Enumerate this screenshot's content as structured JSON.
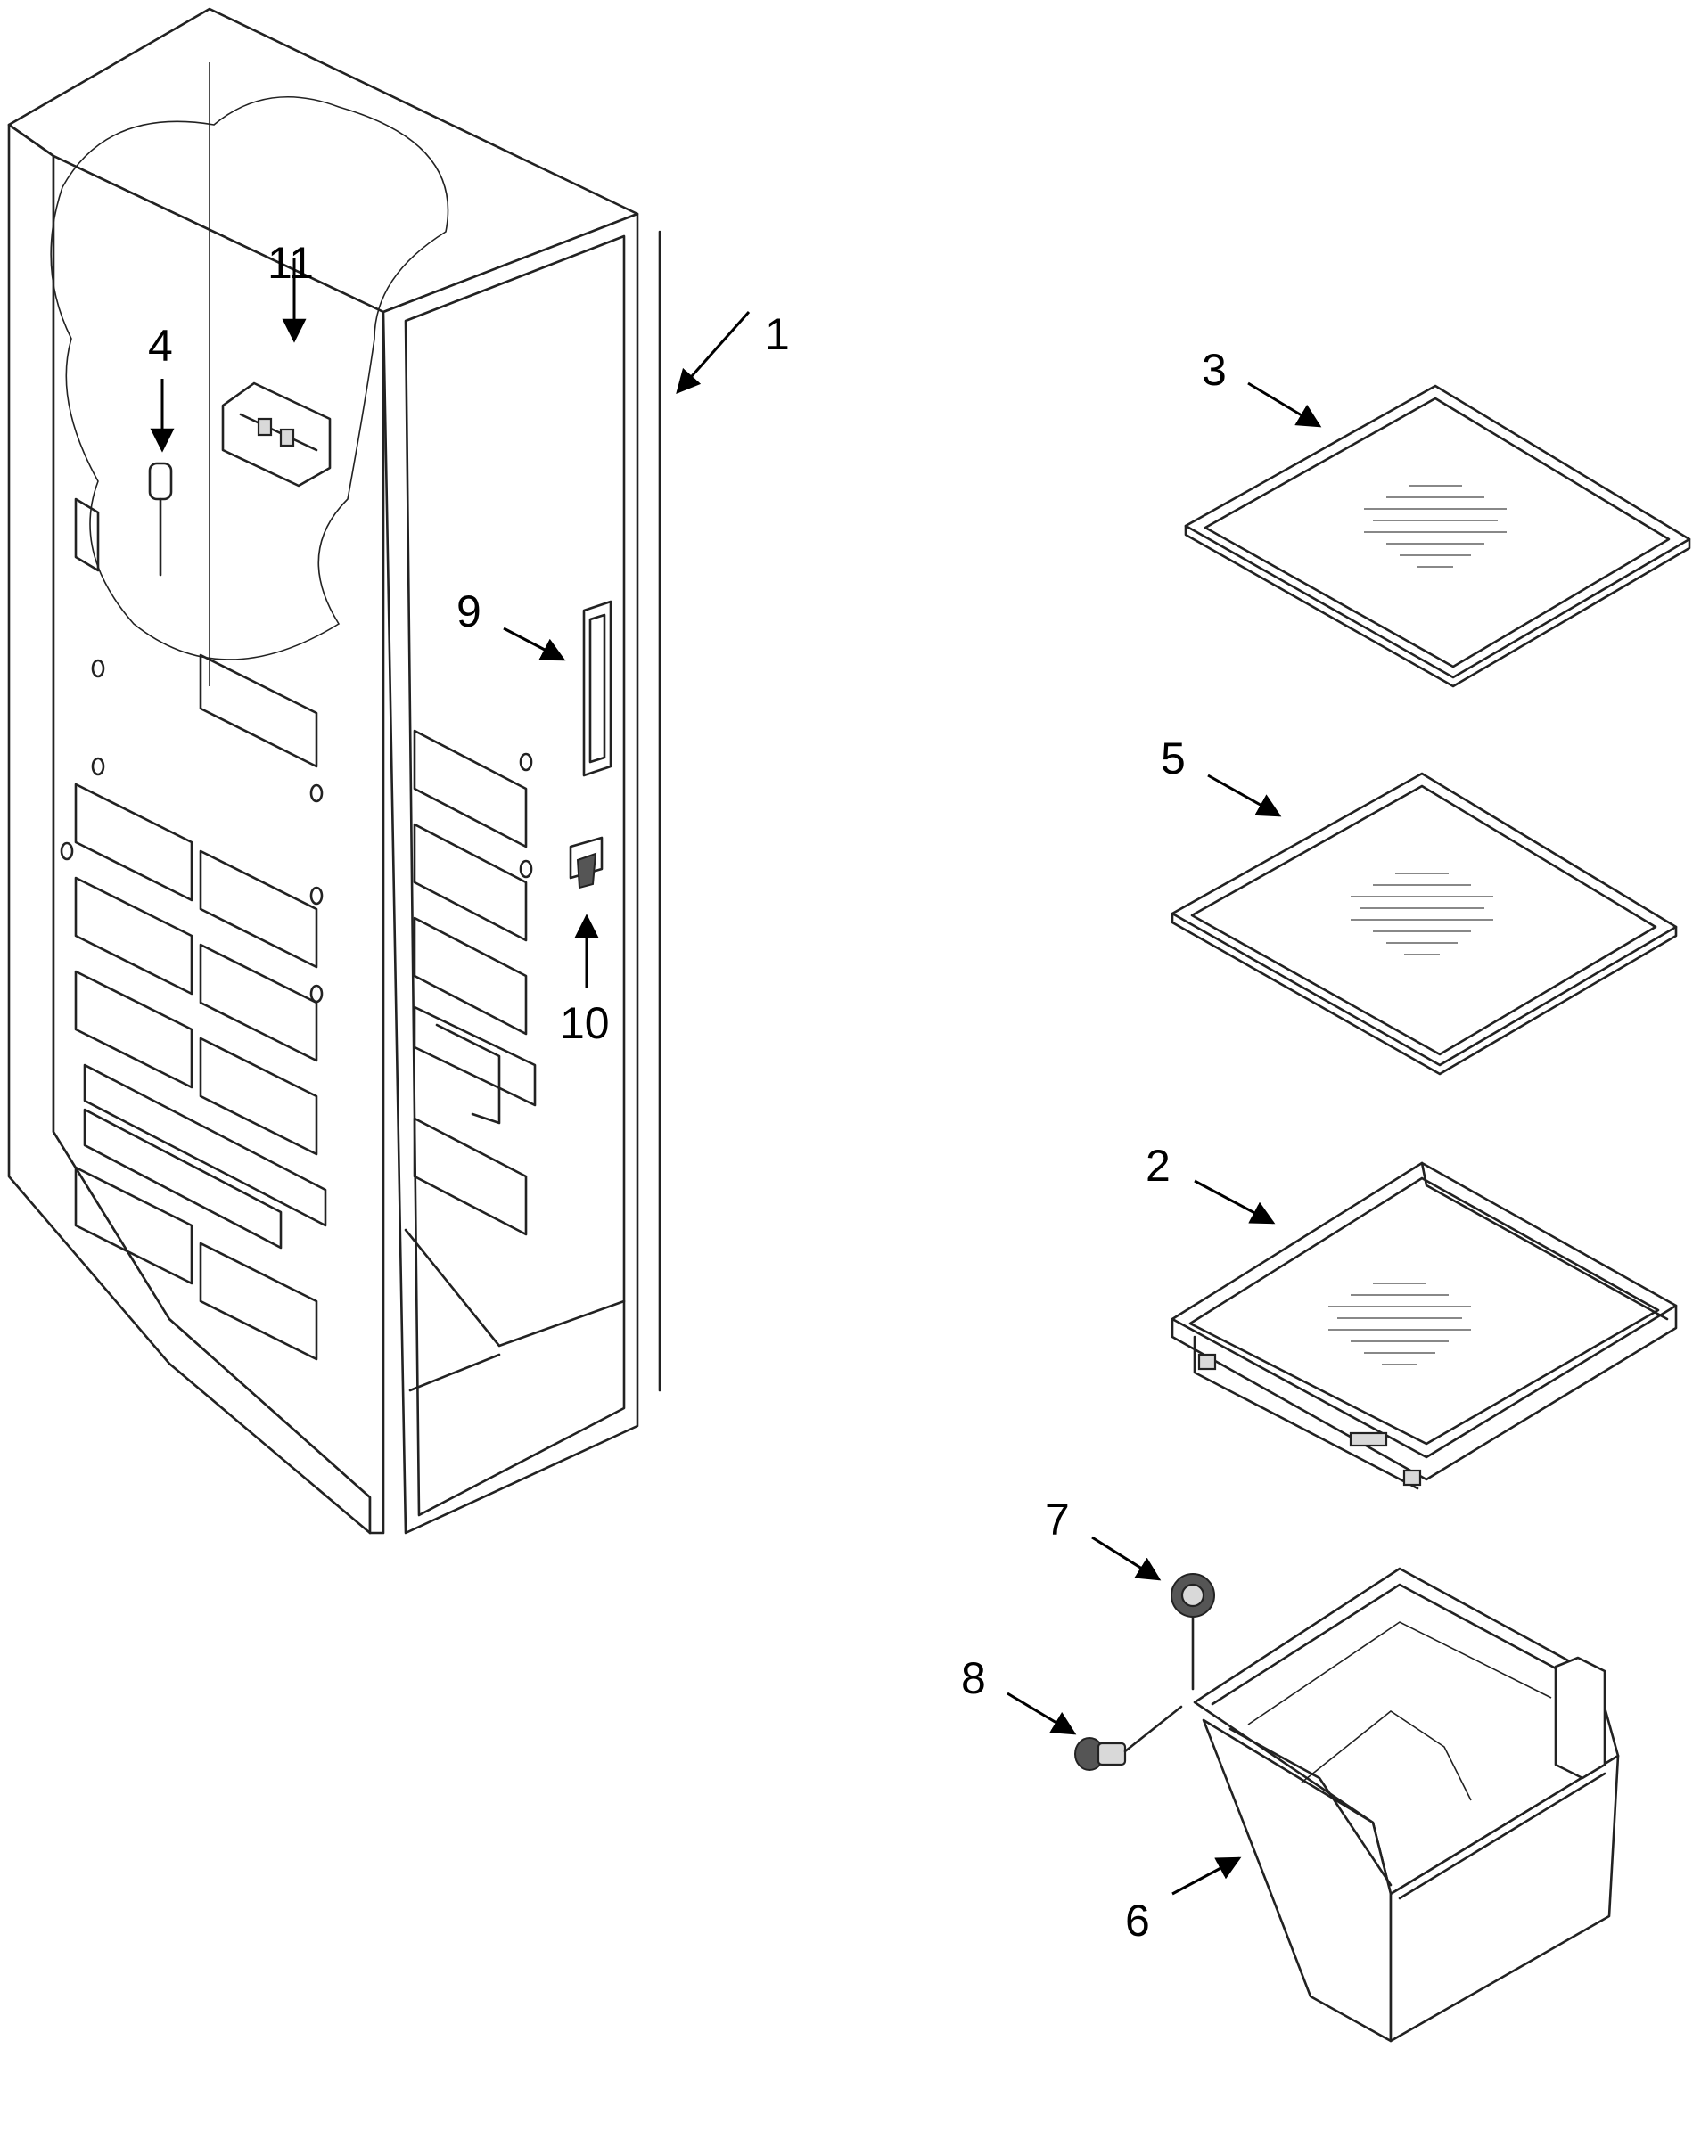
{
  "callouts": [
    {
      "id": "1",
      "label": "1"
    },
    {
      "id": "2",
      "label": "2"
    },
    {
      "id": "3",
      "label": "3"
    },
    {
      "id": "4",
      "label": "4"
    },
    {
      "id": "5",
      "label": "5"
    },
    {
      "id": "6",
      "label": "6"
    },
    {
      "id": "7",
      "label": "7"
    },
    {
      "id": "8",
      "label": "8"
    },
    {
      "id": "9",
      "label": "9"
    },
    {
      "id": "10",
      "label": "10"
    },
    {
      "id": "11",
      "label": "11"
    }
  ],
  "colors": {
    "line": "#222222",
    "callout": "#000000",
    "background": "#ffffff",
    "hatch": "#888888"
  }
}
